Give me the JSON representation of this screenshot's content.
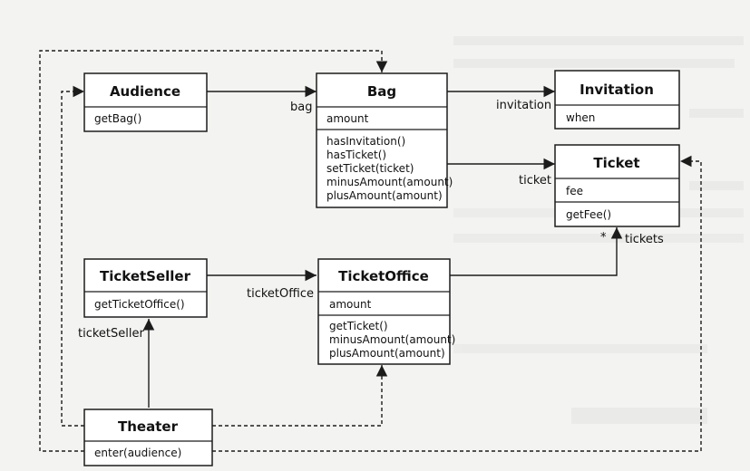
{
  "classes": {
    "audience": {
      "name": "Audience",
      "methods": [
        "getBag()"
      ]
    },
    "bag": {
      "name": "Bag",
      "attributes": [
        "amount"
      ],
      "methods": [
        "hasInvitation()",
        "hasTicket()",
        "setTicket(ticket)",
        "minusAmount(amount)",
        "plusAmount(amount)"
      ]
    },
    "invitation": {
      "name": "Invitation",
      "attributes": [
        "when"
      ]
    },
    "ticket": {
      "name": "Ticket",
      "attributes": [
        "fee"
      ],
      "methods": [
        "getFee()"
      ]
    },
    "ticketseller": {
      "name": "TicketSeller",
      "methods": [
        "getTicketOffice()"
      ]
    },
    "ticketoffice": {
      "name": "TicketOffice",
      "attributes": [
        "amount"
      ],
      "methods": [
        "getTicket()",
        "minusAmount(amount)",
        "plusAmount(amount)"
      ]
    },
    "theater": {
      "name": "Theater",
      "methods": [
        "enter(audience)"
      ]
    }
  },
  "edges": [
    {
      "id": "audience-bag",
      "label": "bag",
      "style": "solid"
    },
    {
      "id": "bag-invitation",
      "label": "invitation",
      "style": "solid"
    },
    {
      "id": "bag-ticket",
      "label": "ticket",
      "style": "solid"
    },
    {
      "id": "ticketseller-ticketoffice",
      "label": "ticketOffice",
      "style": "solid"
    },
    {
      "id": "ticketoffice-ticket",
      "label": "tickets",
      "multiplicity": "*",
      "style": "solid"
    },
    {
      "id": "theater-ticketseller",
      "label": "ticketSeller",
      "style": "solid"
    },
    {
      "id": "theater-bag",
      "label": "",
      "style": "dashed"
    },
    {
      "id": "theater-audience",
      "label": "",
      "style": "dashed"
    },
    {
      "id": "theater-ticketoffice",
      "label": "",
      "style": "dashed"
    },
    {
      "id": "theater-ticket",
      "label": "",
      "style": "dashed"
    }
  ],
  "colors": {
    "line": "#1c1c1c",
    "box_fill": "#ffffff",
    "page": "#f3f3f1"
  }
}
